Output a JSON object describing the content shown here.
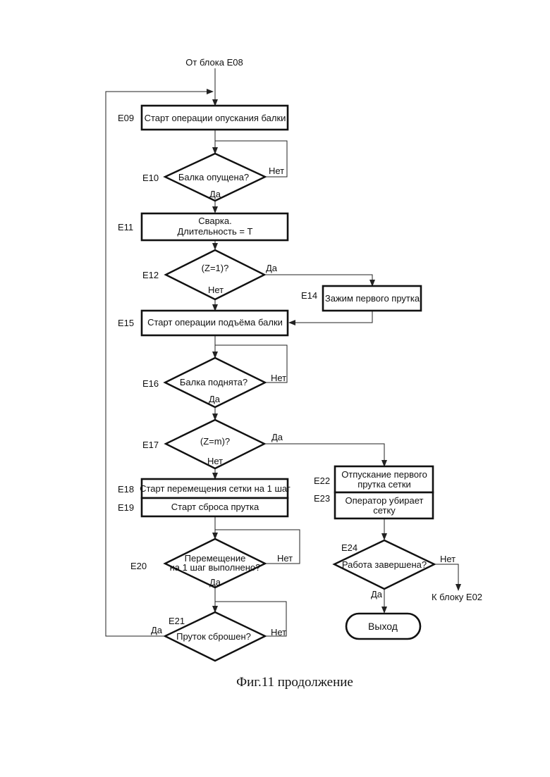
{
  "from_block": "От блока Е08",
  "to_block": "К блоку Е02",
  "caption": "Фиг.11 продолжение",
  "yes": "Да",
  "no": "Нет",
  "blocks": {
    "E09": {
      "id": "Е09",
      "text": [
        "Старт операции опускания балки"
      ]
    },
    "E10": {
      "id": "Е10",
      "text": [
        "Балка опущена?"
      ]
    },
    "E11": {
      "id": "Е11",
      "text": [
        "Сварка.",
        "Длительность = Т"
      ]
    },
    "E12": {
      "id": "Е12",
      "text": [
        "(Z=1)?"
      ]
    },
    "E14": {
      "id": "Е14",
      "text": [
        "Зажим первого прутка"
      ]
    },
    "E15": {
      "id": "Е15",
      "text": [
        "Старт операции подъёма балки"
      ]
    },
    "E16": {
      "id": "Е16",
      "text": [
        "Балка поднята?"
      ]
    },
    "E17": {
      "id": "Е17",
      "text": [
        "(Z=m)?"
      ]
    },
    "E18": {
      "id": "Е18",
      "text": [
        "Старт перемещения сетки на 1 шаг"
      ]
    },
    "E19": {
      "id": "Е19",
      "text": [
        "Старт сброса прутка"
      ]
    },
    "E20": {
      "id": "Е20",
      "text": [
        "Перемещение",
        "на 1 шаг выполнено?"
      ]
    },
    "E21": {
      "id": "Е21",
      "text": [
        "Пруток сброшен?"
      ]
    },
    "E22": {
      "id": "Е22",
      "text": [
        "Отпускание первого",
        "прутка сетки"
      ]
    },
    "E23": {
      "id": "Е23",
      "text": [
        "Оператор убирает",
        "сетку"
      ]
    },
    "E24": {
      "id": "Е24",
      "text": [
        "Работа завершена?"
      ]
    },
    "EXIT": {
      "text": [
        "Выход"
      ]
    }
  }
}
